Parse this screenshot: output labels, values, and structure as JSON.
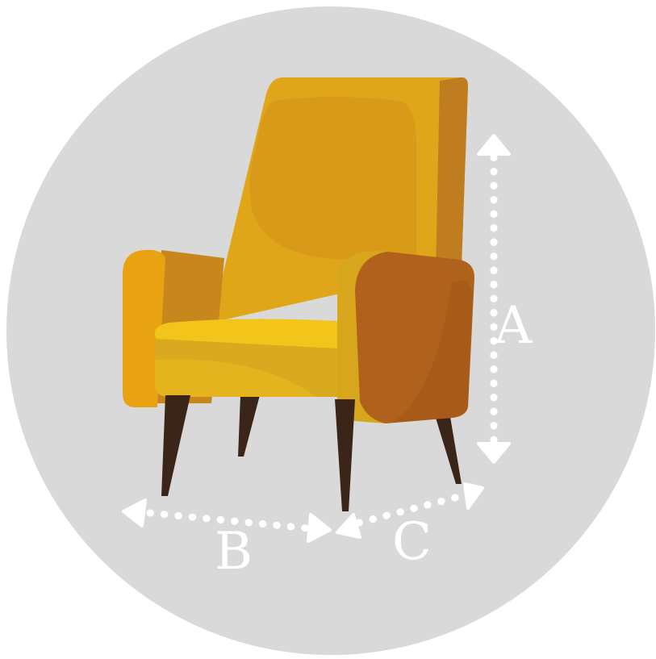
{
  "colors": {
    "background_circle": "#d9d9d9",
    "chair_back": "#dfa61a",
    "chair_back_panel": "#d99a1a",
    "chair_back_side": "#bf7d1f",
    "left_arm_front": "#e9a212",
    "left_arm_inner": "#c8871c",
    "seat_top": "#f3c51a",
    "seat_front": "#d9a91f",
    "right_arm_front": "#d8a61c",
    "right_arm_side": "#b0621c",
    "legs": "#3b2418",
    "dimension_lines": "#ffffff"
  },
  "dimensions": {
    "height_label": "A",
    "width_label": "B",
    "depth_label": "C"
  },
  "icons": {
    "chair": "armchair-icon",
    "arrow": "double-arrow-icon"
  }
}
